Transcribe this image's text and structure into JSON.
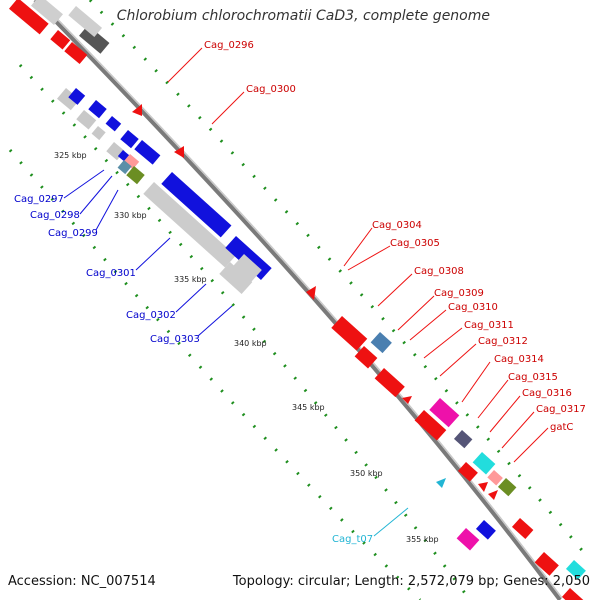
{
  "title": "Chlorobium chlorochromatii CaD3, complete genome",
  "accession": "Accession: NC_007514",
  "summary": "Topology: circular; Length: 2,572,079 bp; Genes: 2,050",
  "colors": {
    "backbone": "#8a8a8a",
    "dots": "#1f8f1f",
    "forward_label": "#cc0000",
    "reverse_label": "#0000cc",
    "trna_label": "#22b5d4"
  },
  "ticks": [
    "325 kbp",
    "330 kbp",
    "335 kbp",
    "340 kbp",
    "345 kbp",
    "350 kbp",
    "355 kbp"
  ],
  "labels_forward": [
    "Cag_0296",
    "Cag_0300",
    "Cag_0304",
    "Cag_0305",
    "Cag_0308",
    "Cag_0309",
    "Cag_0310",
    "Cag_0311",
    "Cag_0312",
    "Cag_0314",
    "Cag_0315",
    "Cag_0316",
    "Cag_0317",
    "gatC"
  ],
  "labels_reverse": [
    "Cag_0297",
    "Cag_0298",
    "Cag_0299",
    "Cag_0301",
    "Cag_0302",
    "Cag_0303"
  ],
  "labels_trna": [
    "Cag_t07"
  ]
}
